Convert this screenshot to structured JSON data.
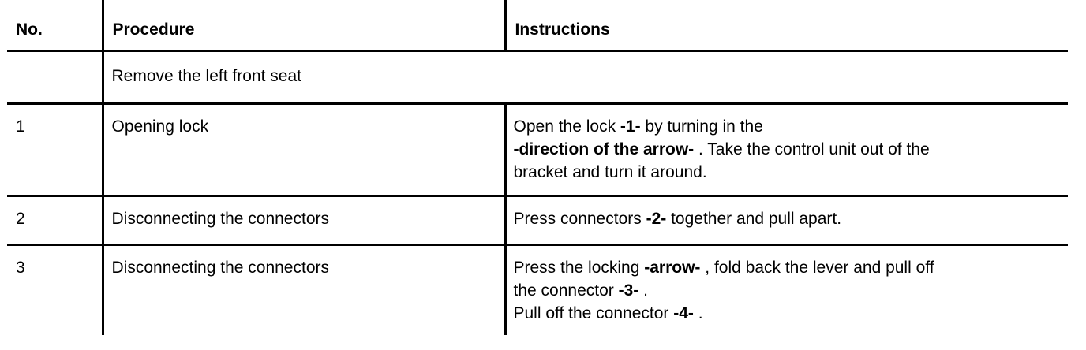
{
  "page": {
    "background": "#ffffff",
    "line_color": "#000000"
  },
  "table": {
    "headers": [
      {
        "label": "No."
      },
      {
        "label": "Procedure"
      },
      {
        "label": "Instructions"
      }
    ],
    "section_row": {
      "text": "Remove the left front seat"
    },
    "rows": [
      {
        "no": "1",
        "procedure": "Opening lock",
        "instruction_lines": [
          [
            {
              "text": "Open the lock "
            },
            {
              "text": "-1-",
              "bold": true
            },
            {
              "text": " by turning in the"
            }
          ],
          [
            {
              "text": "-direction of the arrow-",
              "bold": true
            },
            {
              "text": " . Take the control unit out of the"
            }
          ],
          [
            {
              "text": "bracket and turn it around."
            }
          ]
        ]
      },
      {
        "no": "2",
        "procedure": "Disconnecting the connectors",
        "instruction_lines": [
          [
            {
              "text": "Press connectors "
            },
            {
              "text": "-2-",
              "bold": true
            },
            {
              "text": " together and pull apart."
            }
          ]
        ]
      },
      {
        "no": "3",
        "procedure": "Disconnecting the connectors",
        "instruction_lines": [
          [
            {
              "text": "Press the locking "
            },
            {
              "text": "-arrow-",
              "bold": true
            },
            {
              "text": " , fold back the lever and pull off"
            }
          ],
          [
            {
              "text": "the connector "
            },
            {
              "text": "-3-",
              "bold": true
            },
            {
              "text": " ."
            }
          ],
          [
            {
              "text": "Pull off the connector "
            },
            {
              "text": "-4-",
              "bold": true
            },
            {
              "text": " ."
            }
          ]
        ]
      }
    ]
  }
}
